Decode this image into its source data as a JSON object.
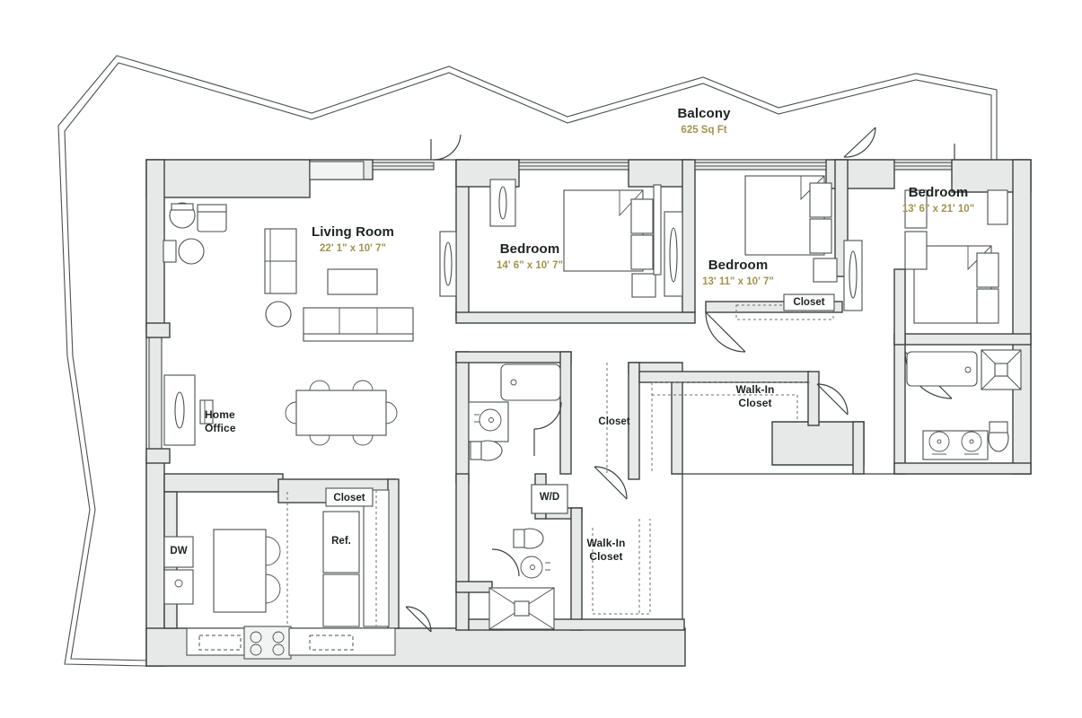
{
  "plan": {
    "title": "Apartment Floor Plan",
    "colors": {
      "wall_fill": "#e7e9e9",
      "outline": "#3a4040",
      "room_name": "#1d2321",
      "dimension": "#a3934f",
      "background": "#ffffff"
    }
  },
  "rooms": [
    {
      "id": "balcony",
      "label": "Balcony",
      "dimension": "625 Sq Ft"
    },
    {
      "id": "living-room",
      "label": "Living Room",
      "dimension": "22' 1\" x 10' 7\""
    },
    {
      "id": "bedroom-left",
      "label": "Bedroom",
      "dimension": "14' 6\" x 10' 7\""
    },
    {
      "id": "bedroom-mid",
      "label": "Bedroom",
      "dimension": "13' 11\" x 10' 7\""
    },
    {
      "id": "bedroom-right",
      "label": "Bedroom",
      "dimension": "13' 6\" x 21' 10\""
    },
    {
      "id": "home-office",
      "label": "Home\nOffice",
      "label_line1": "Home",
      "label_line2": "Office"
    },
    {
      "id": "walkin-closet-upper",
      "label_line1": "Walk-In",
      "label_line2": "Closet"
    },
    {
      "id": "walkin-closet-lower",
      "label_line1": "Walk-In",
      "label_line2": "Closet"
    }
  ],
  "labels": {
    "closet_center": "Closet",
    "closet_bedroom_mid": "Closet",
    "closet_kitchen": "Closet",
    "washer_dryer": "W/D",
    "dishwasher": "DW",
    "refrigerator": "Ref."
  }
}
